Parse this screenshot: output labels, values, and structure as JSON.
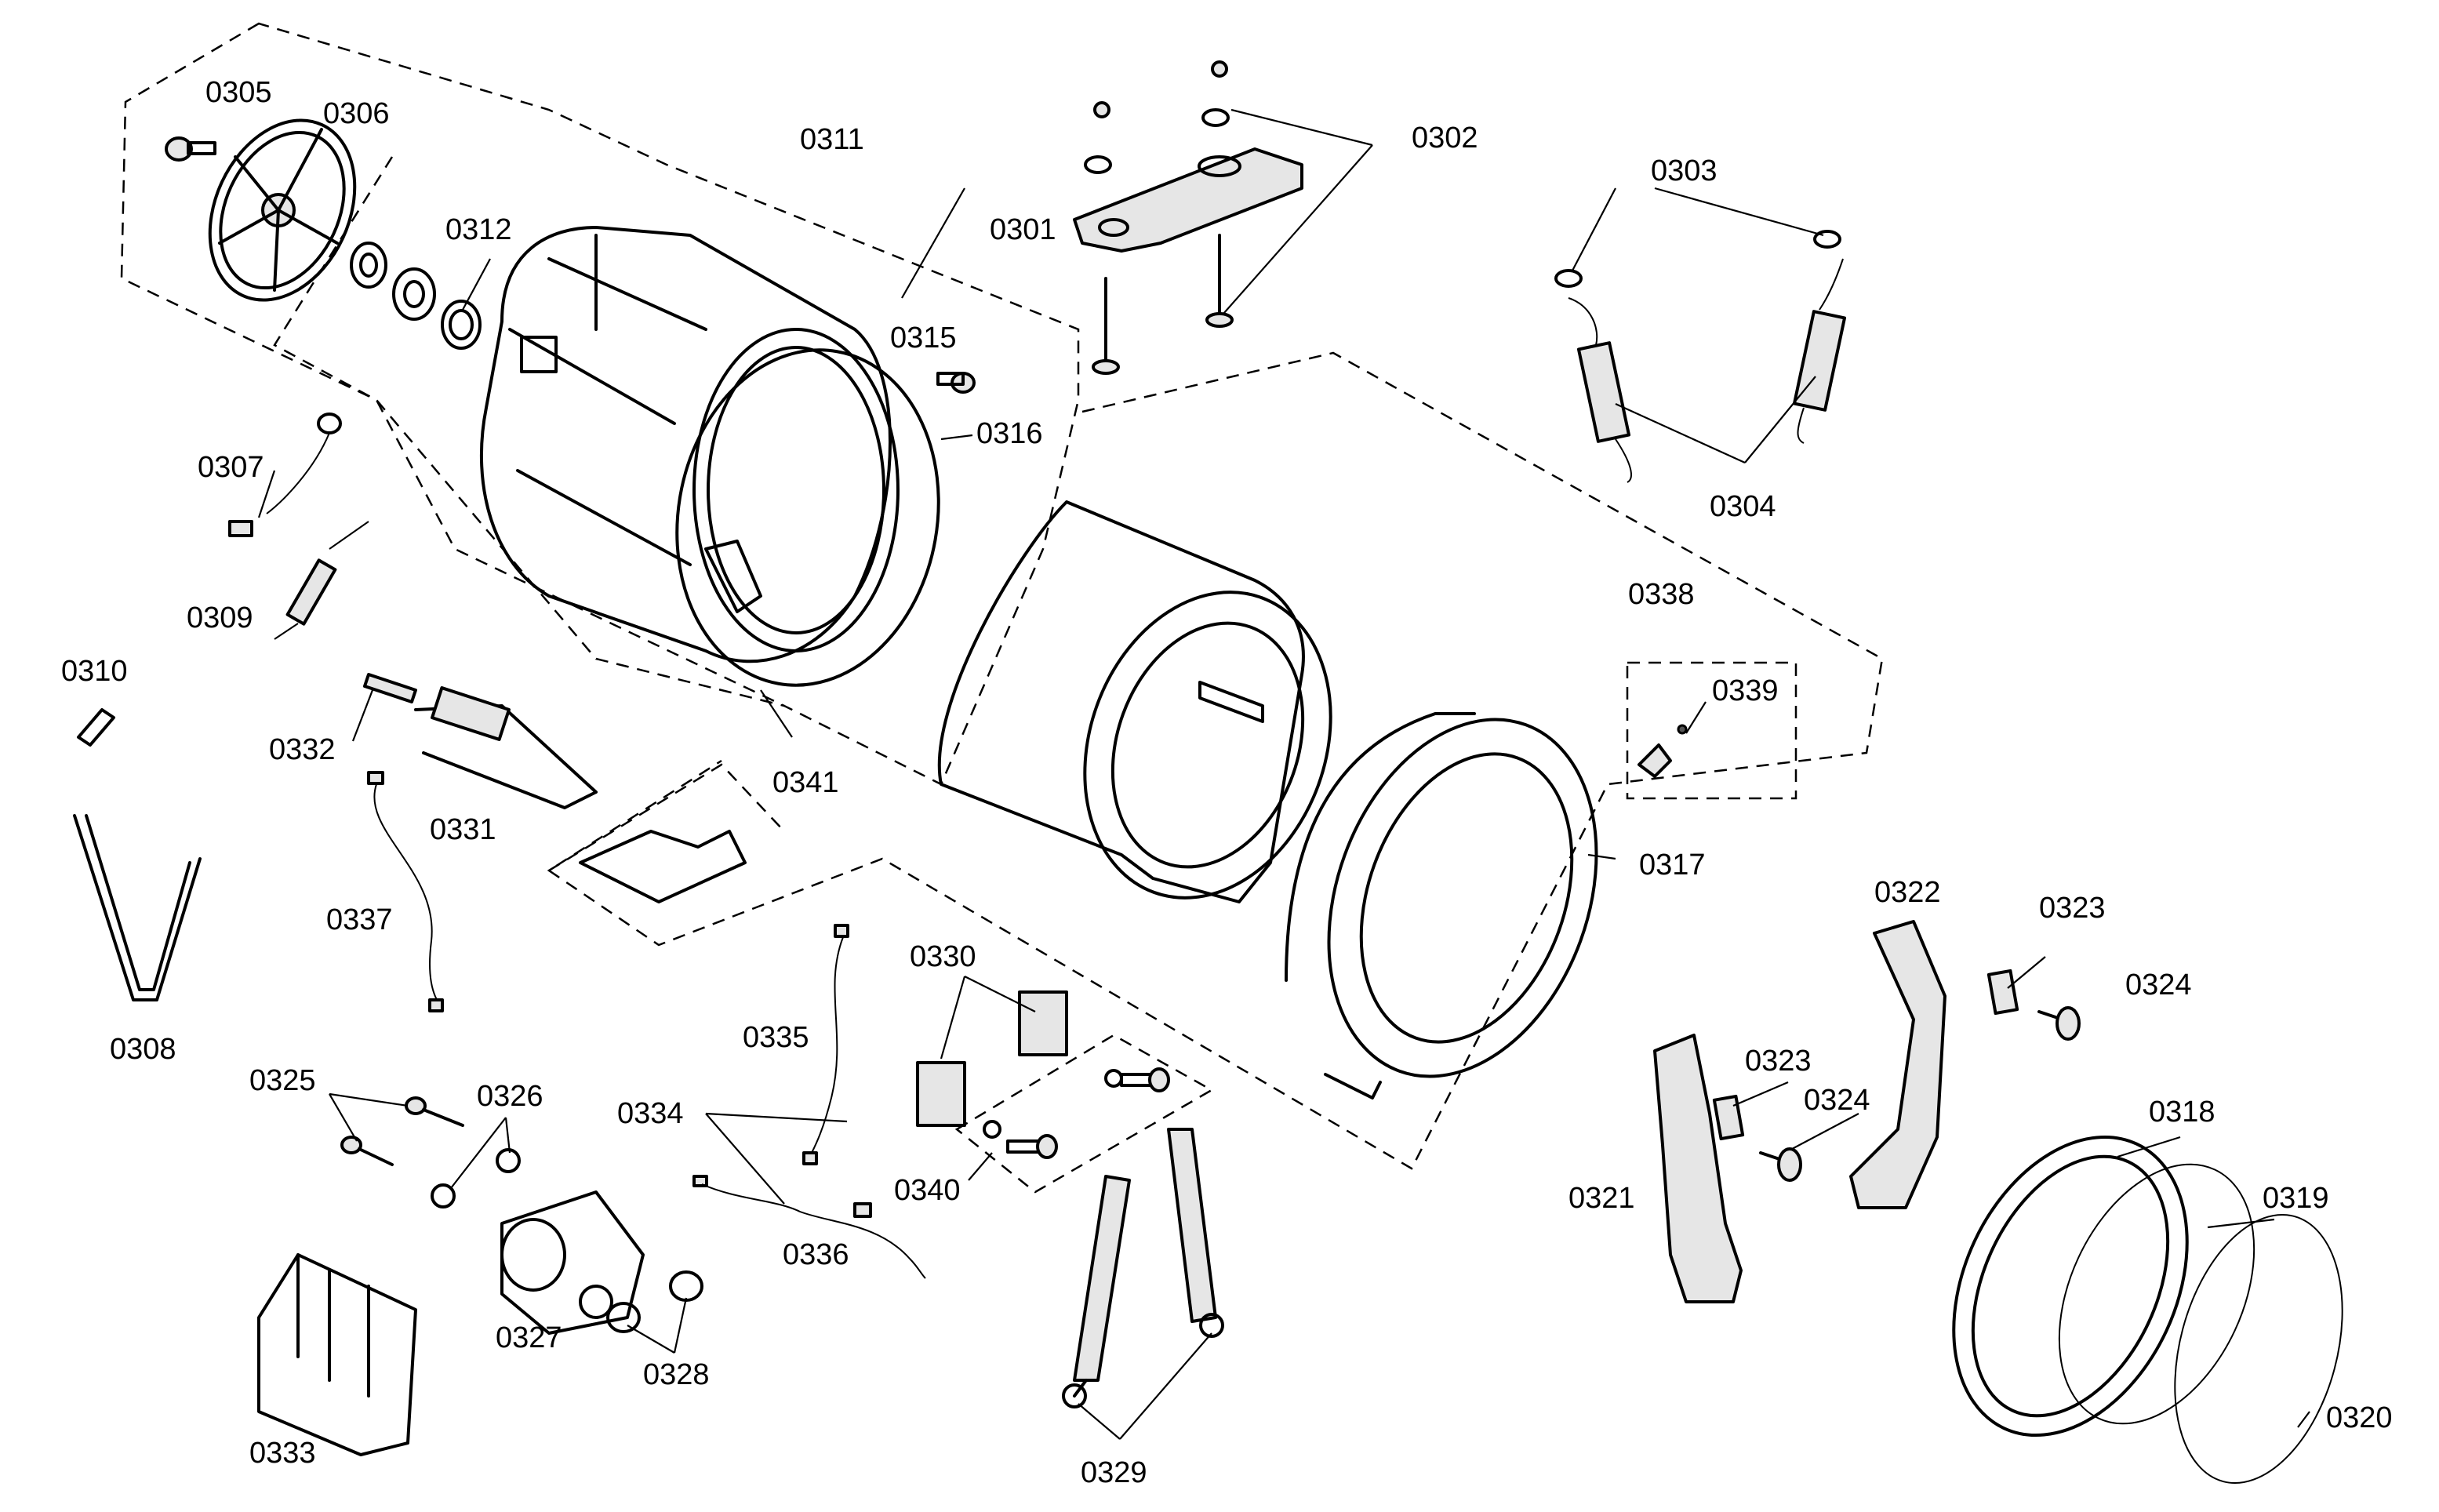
{
  "callouts": {
    "c0301": "0301",
    "c0302": "0302",
    "c0303": "0303",
    "c0304": "0304",
    "c0305": "0305",
    "c0306": "0306",
    "c0307": "0307",
    "c0308": "0308",
    "c0309": "0309",
    "c0310": "0310",
    "c0311": "0311",
    "c0312": "0312",
    "c0315": "0315",
    "c0316": "0316",
    "c0317": "0317",
    "c0318": "0318",
    "c0319": "0319",
    "c0320": "0320",
    "c0321": "0321",
    "c0322": "0322",
    "c0323a": "0323",
    "c0323b": "0323",
    "c0324a": "0324",
    "c0324b": "0324",
    "c0325": "0325",
    "c0326": "0326",
    "c0327": "0327",
    "c0328": "0328",
    "c0329": "0329",
    "c0330": "0330",
    "c0331": "0331",
    "c0332": "0332",
    "c0333": "0333",
    "c0334": "0334",
    "c0335": "0335",
    "c0336": "0336",
    "c0337": "0337",
    "c0338": "0338",
    "c0339": "0339",
    "c0340": "0340",
    "c0341": "0341"
  },
  "line_color": "#000000",
  "background_color": "#ffffff"
}
